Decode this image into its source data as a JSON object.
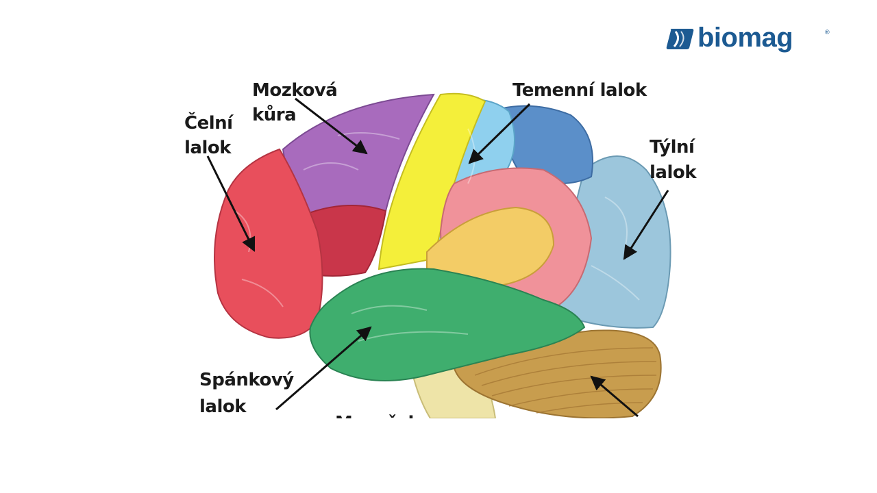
{
  "brand": {
    "name": "biomag",
    "registered": "®",
    "color": "#1c5a92"
  },
  "diagram": {
    "labels": {
      "frontal_line1": "Čelní",
      "frontal_line2": "lalok",
      "cortex_line1": "Mozková",
      "cortex_line2": "kůra",
      "parietal": "Temenní lalok",
      "occipital_line1": "Týlní",
      "occipital_line2": "lalok",
      "temporal_line1": "Spánkový",
      "temporal_line2": "lalok",
      "cut_off": "Mozeček"
    },
    "region_colors": {
      "frontal": "#e84f5c",
      "frontal_dark": "#c9364a",
      "motor_cortex": "#a86bbd",
      "central_strip": "#f4ef3a",
      "parietal": "#8fd0ee",
      "parietal_dark": "#5b8fc9",
      "occipital": "#9cc6dc",
      "temporal": "#3fae6e",
      "insula_pink": "#f0929a",
      "insula_yellow": "#f3cc66",
      "cerebellum": "#c89d4e",
      "brainstem": "#eee4a8"
    }
  }
}
